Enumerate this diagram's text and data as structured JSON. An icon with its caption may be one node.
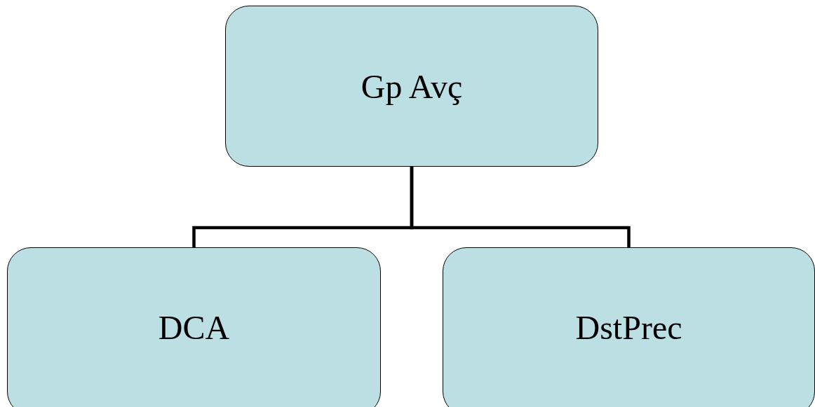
{
  "diagram": {
    "nodes": [
      {
        "text": [
          "Gp Avç"
        ]
      },
      {
        "text": [
          "DCA"
        ]
      },
      {
        "text": [
          "DstPrec"
        ]
      }
    ],
    "edges": [
      {
        "from": 0,
        "to": 1,
        "arrow": "none"
      },
      {
        "from": 0,
        "to": 2,
        "arrow": "none"
      }
    ]
  }
}
